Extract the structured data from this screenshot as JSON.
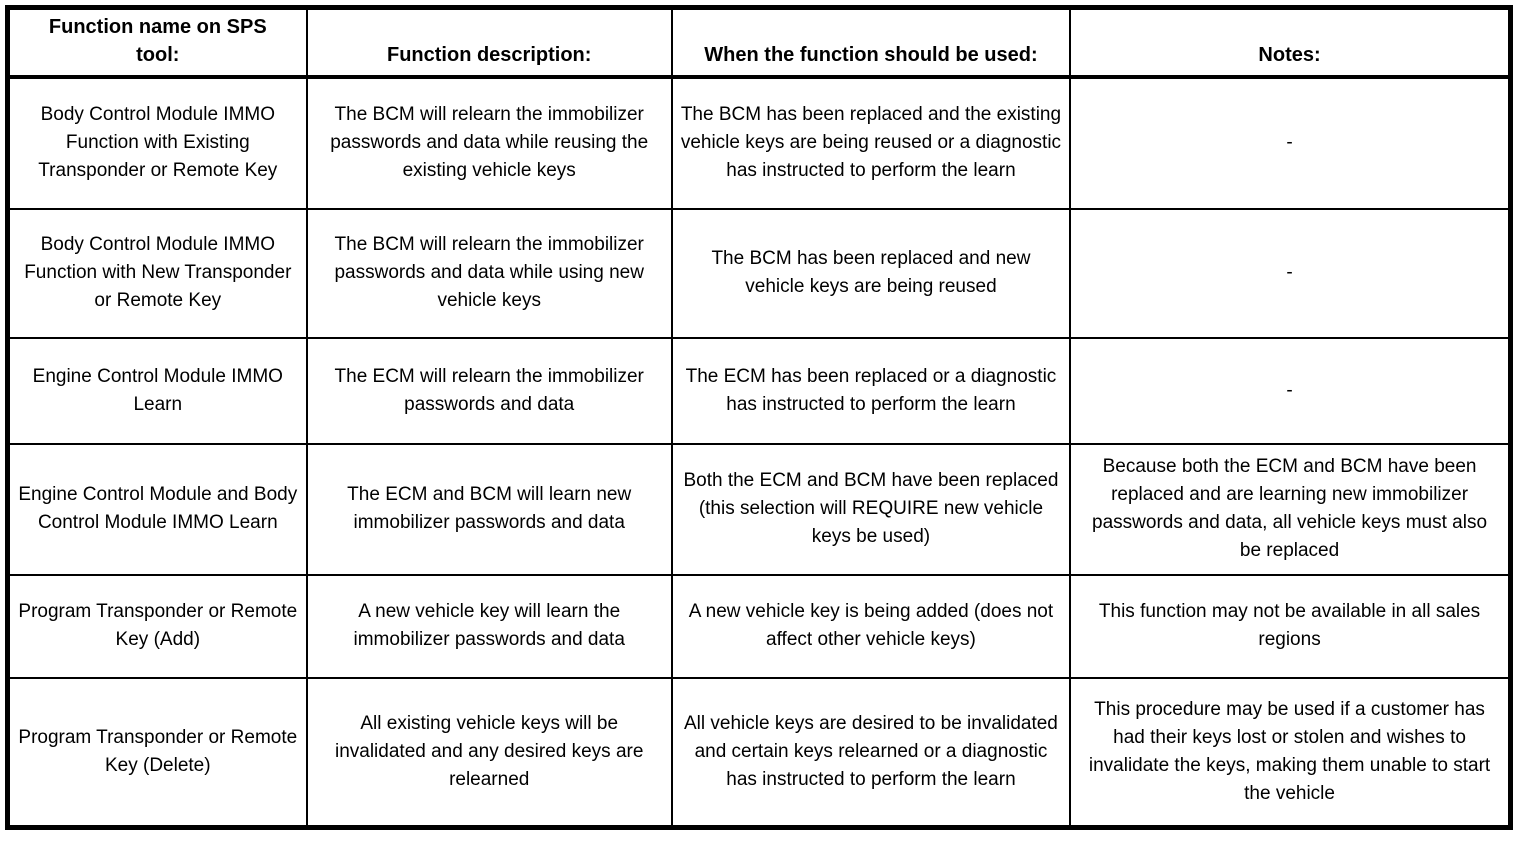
{
  "colors": {
    "background": "#ffffff",
    "border": "#000000",
    "text": "#000000"
  },
  "table": {
    "columns": [
      "Function name on SPS tool:",
      "Function description:",
      "When the function should be used:",
      "Notes:"
    ],
    "rows": [
      {
        "function_name": "Body Control Module IMMO Function with Existing Transponder or Remote Key",
        "description": "The BCM will relearn the immobilizer passwords and data while reusing the existing vehicle keys",
        "when_used": "The BCM has been replaced and the existing vehicle keys are being reused or a diagnostic has instructed to perform the learn",
        "notes": "-"
      },
      {
        "function_name": "Body Control Module IMMO Function with New Transponder or Remote Key",
        "description": "The BCM will relearn the immobilizer passwords and data while using new vehicle keys",
        "when_used": "The BCM has been replaced and new vehicle keys are being reused",
        "notes": "-"
      },
      {
        "function_name": "Engine Control Module IMMO Learn",
        "description": "The ECM will relearn the immobilizer passwords and data",
        "when_used": "The ECM has been replaced or a diagnostic has instructed to perform the learn",
        "notes": "-"
      },
      {
        "function_name": "Engine Control Module and Body Control Module IMMO Learn",
        "description": "The ECM and BCM will learn new immobilizer passwords and data",
        "when_used": "Both the ECM and BCM have been replaced (this selection will REQUIRE new vehicle keys be used)",
        "notes": "Because both the ECM and BCM have been replaced and are learning new immobilizer passwords and data, all vehicle keys must also be replaced"
      },
      {
        "function_name": "Program Transponder or Remote Key (Add)",
        "description": "A new vehicle key will learn the immobilizer passwords and data",
        "when_used": "A new vehicle key is being added (does not affect other vehicle keys)",
        "notes": "This function may not be available in all sales regions"
      },
      {
        "function_name": "Program Transponder or Remote Key (Delete)",
        "description": "All existing vehicle keys will be invalidated and any desired keys are relearned",
        "when_used": "All vehicle keys are desired to be invalidated and certain keys relearned or a diagnostic has instructed to perform the learn",
        "notes": "This procedure may be used if a customer has had their keys lost or stolen and wishes to invalidate the keys, making them unable to start the vehicle"
      }
    ]
  }
}
